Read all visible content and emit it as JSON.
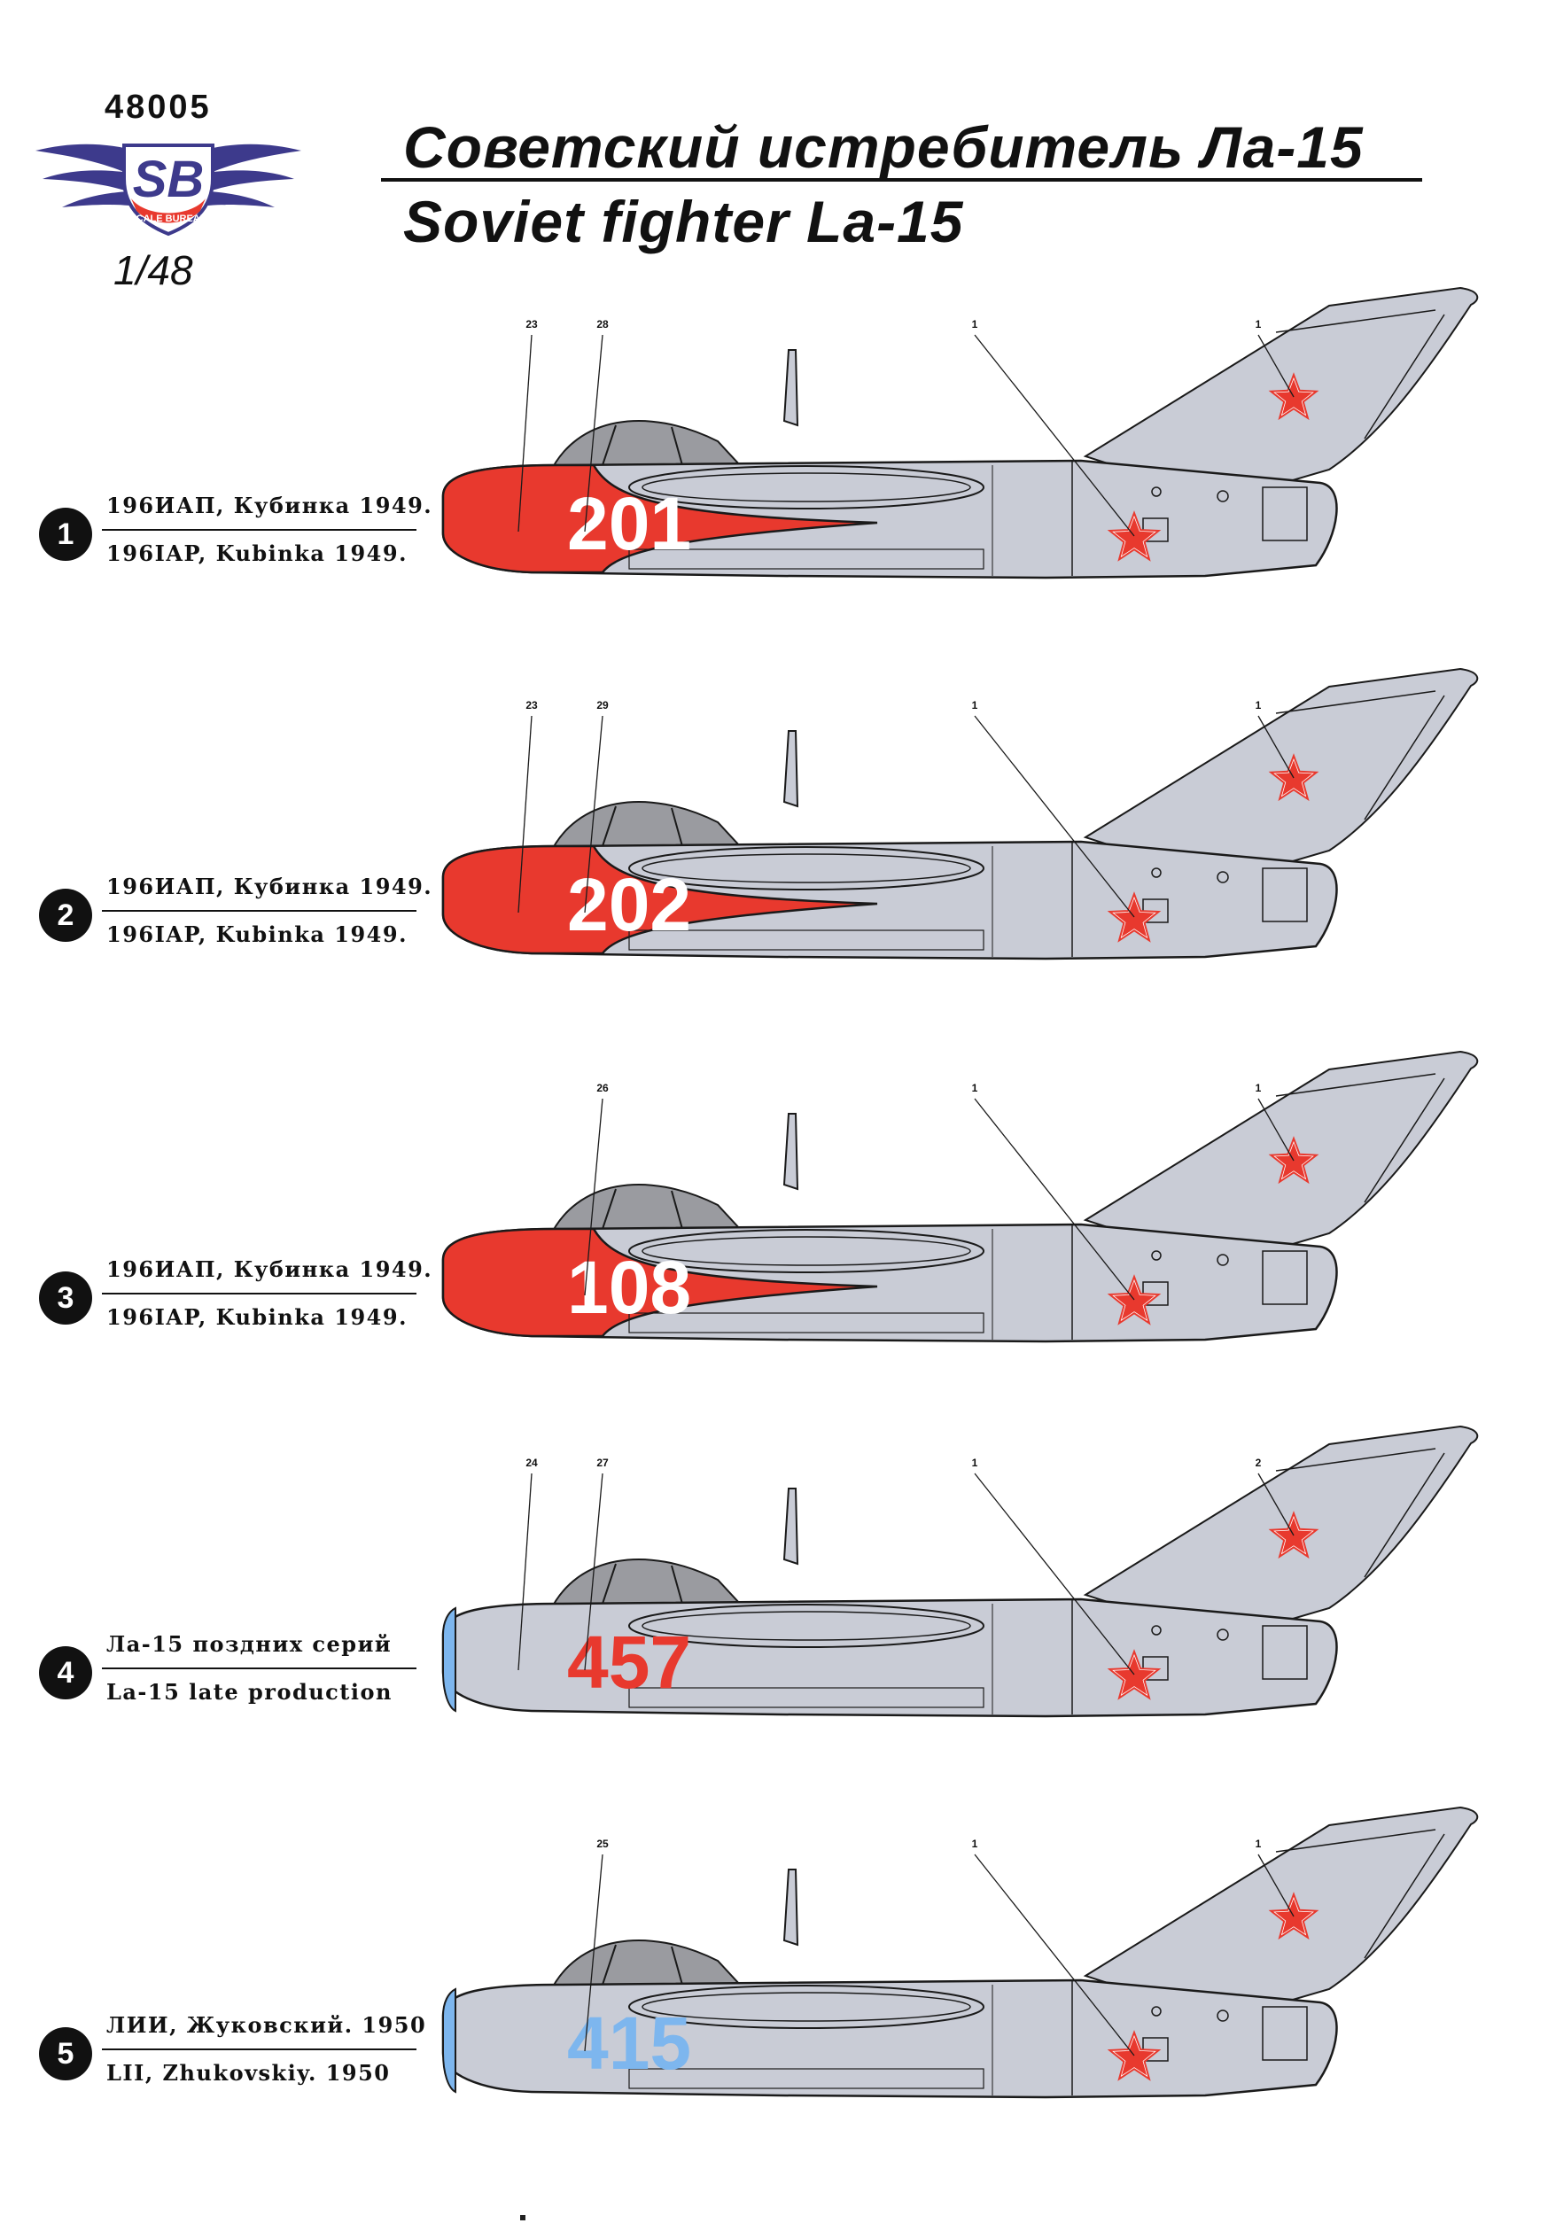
{
  "header": {
    "product_code": "48005",
    "logo_text": "SB",
    "logo_subtext": "SCALE BUREAU",
    "scale": "1/48",
    "title_ru": "Советский истребитель Ла-15",
    "title_en": "Soviet fighter La-15"
  },
  "colors": {
    "fuselage": "#c9ccd6",
    "outline": "#1a1a1a",
    "soviet_red": "#e8392e",
    "light_blue": "#7db6ee",
    "canopy": "#9a9ba0",
    "logo_blue": "#3d3a8c"
  },
  "variants": [
    {
      "number": "1",
      "line_ru": "196ИАП, Кубинка 1949.",
      "line_en": "196IAP, Kubinka 1949.",
      "board_number": "201",
      "board_color": "#ffffff",
      "nose_style": "red-flash",
      "callouts": [
        "23",
        "28",
        "1",
        "1"
      ]
    },
    {
      "number": "2",
      "line_ru": "196ИАП, Кубинка 1949.",
      "line_en": "196IAP, Kubinka 1949.",
      "board_number": "202",
      "board_color": "#ffffff",
      "nose_style": "red-flash",
      "callouts": [
        "23",
        "29",
        "1",
        "1"
      ]
    },
    {
      "number": "3",
      "line_ru": "196ИАП, Кубинка 1949.",
      "line_en": "196IAP, Kubinka 1949.",
      "board_number": "108",
      "board_color": "#ffffff",
      "nose_style": "red-flash",
      "callouts": [
        "26",
        "1",
        "1"
      ]
    },
    {
      "number": "4",
      "line_ru": "Ла-15 поздних серий",
      "line_en": "La-15 late production",
      "board_number": "457",
      "board_color": "#e8392e",
      "nose_style": "blue-ring",
      "callouts": [
        "24",
        "27",
        "1",
        "2"
      ]
    },
    {
      "number": "5",
      "line_ru": "ЛИИ, Жуковский. 1950",
      "line_en": "LII, Zhukovskiy. 1950",
      "board_number": "415",
      "board_color": "#7db6ee",
      "nose_style": "blue-ring",
      "callouts": [
        "25",
        "1",
        "1"
      ]
    }
  ]
}
